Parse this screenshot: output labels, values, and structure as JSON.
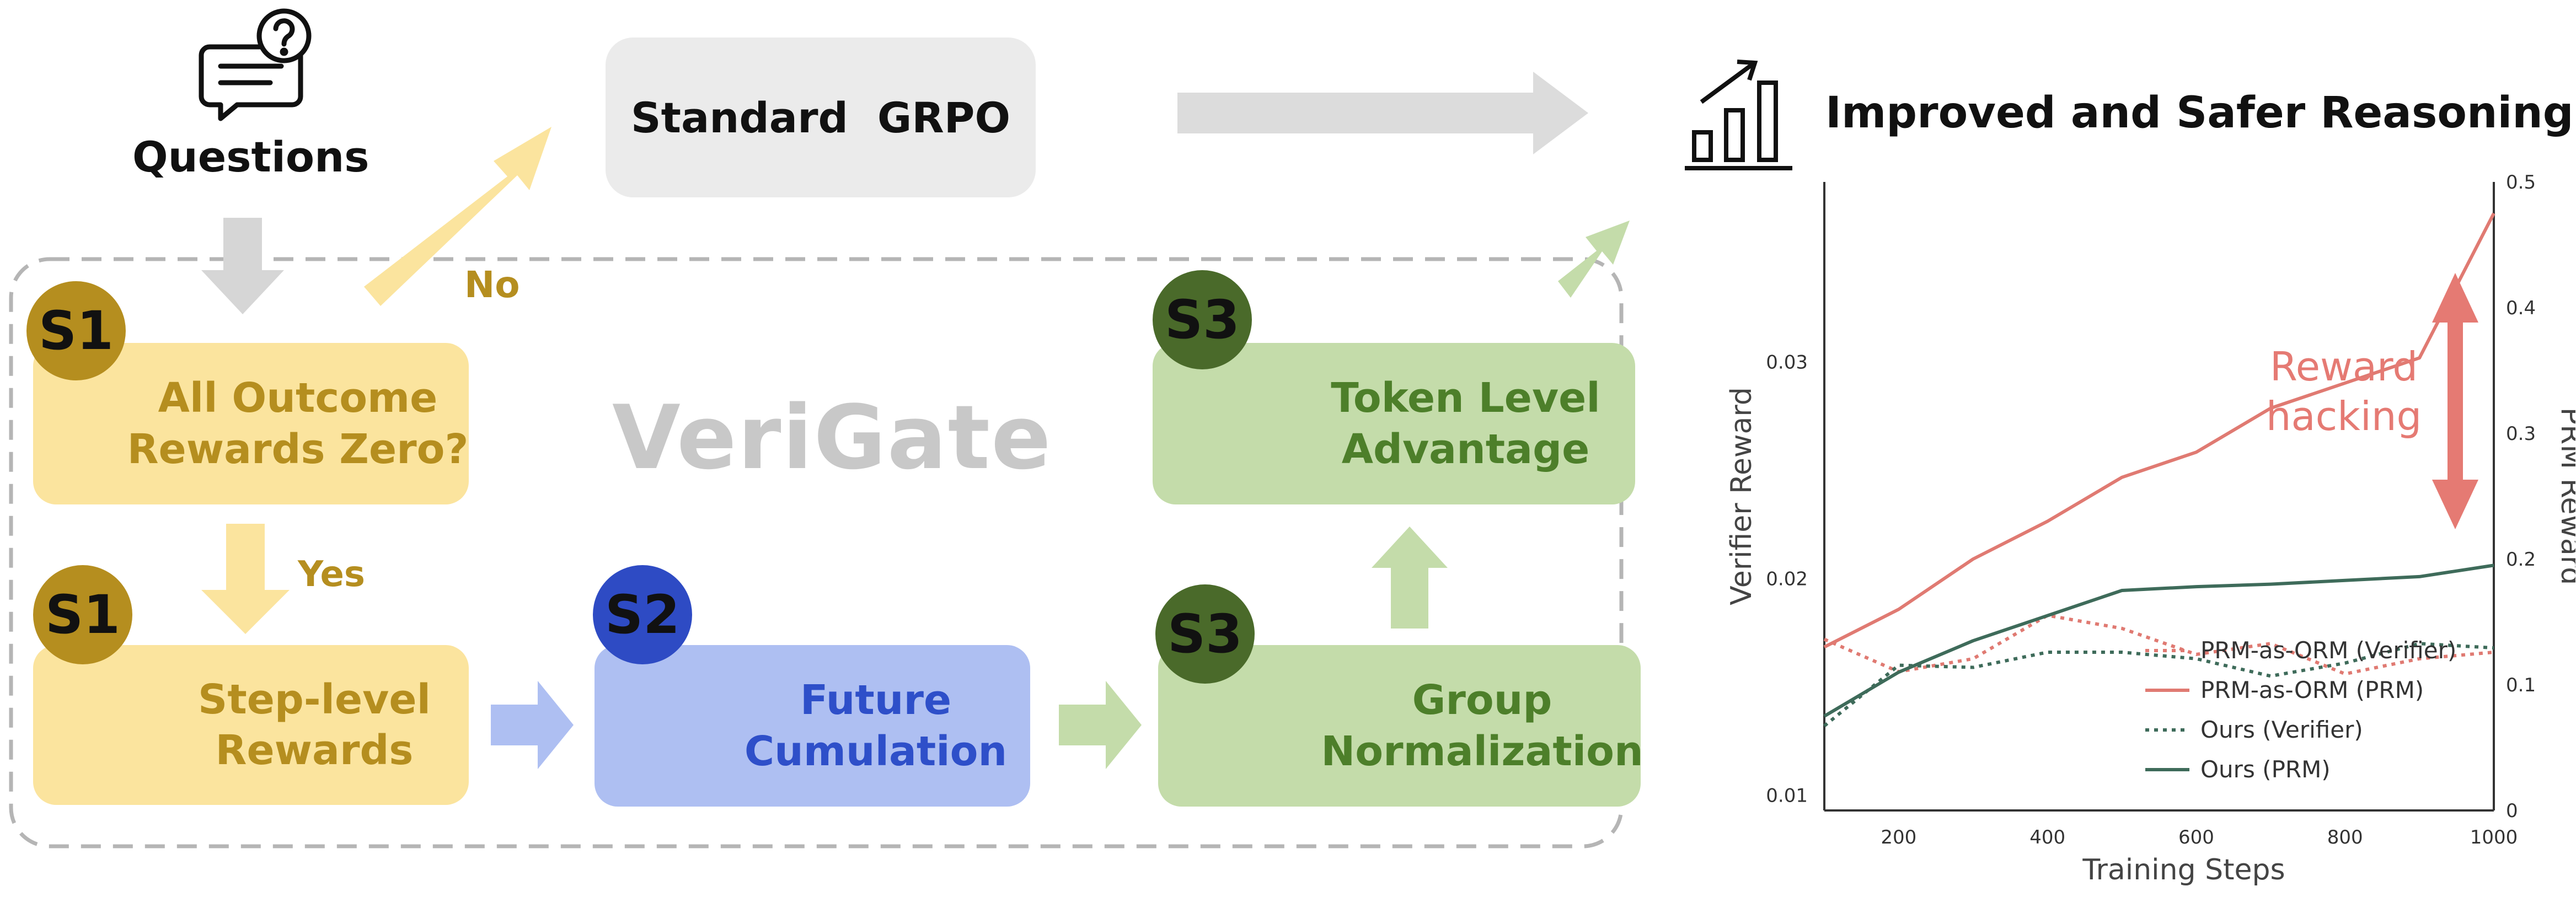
{
  "questions_label": "Questions",
  "standard_grpo": "Standard  GRPO",
  "no_label": "No",
  "yes_label": "Yes",
  "verigate": "VeriGate",
  "badges": {
    "s1a": "S1",
    "s1b": "S1",
    "s2": "S2",
    "s3a": "S3",
    "s3b": "S3"
  },
  "box_outcome": {
    "line1": "All Outcome",
    "line2": "Rewards Zero?"
  },
  "box_step": {
    "line1": "Step-level",
    "line2": "Rewards"
  },
  "box_future": {
    "line1": "Future",
    "line2": "Cumulation"
  },
  "box_group": {
    "line1": "Group",
    "line2": "Normalization"
  },
  "box_token": {
    "line1": "Token Level",
    "line2": "Advantage"
  },
  "result_title": "Improved and Safer Reasoning",
  "colors": {
    "yellow": "#fbe49e",
    "yellow_text": "#b58e1f",
    "blue": "#aebff2",
    "blue_text": "#2e4fc9",
    "green": "#c4dcaa",
    "green_text": "#4d7f2a",
    "grey": "#ebebeb"
  },
  "icons": [
    "chat-question-icon",
    "fork-arrows-icon",
    "award-badge-icon",
    "clock-cycle-icon",
    "people-group-icon",
    "hand-select-icon",
    "growth-chart-icon"
  ],
  "chart_data": {
    "type": "line",
    "xlabel": "Training Steps",
    "ylabel": "Verifier Reward",
    "y2label": "PRM Reward",
    "xlim": [
      100,
      1000
    ],
    "ylim": [
      0.0093,
      0.0383
    ],
    "y2lim": [
      0,
      0.5
    ],
    "xticks": [
      200,
      400,
      600,
      800,
      1000
    ],
    "yticks": [
      0.01,
      0.02,
      0.03
    ],
    "y2ticks": [
      0,
      0.1,
      0.2,
      0.3,
      0.4,
      0.5
    ],
    "x": [
      100,
      200,
      300,
      400,
      500,
      600,
      700,
      800,
      900,
      1000
    ],
    "series": [
      {
        "name": "PRM-as-ORM (Verifier)",
        "axis": "left",
        "style": "dotted",
        "color": "#e07a72",
        "values": [
          0.0172,
          0.0157,
          0.0163,
          0.0183,
          0.0177,
          0.0165,
          0.017,
          0.0156,
          0.0163,
          0.0166
        ]
      },
      {
        "name": "PRM-as-ORM (PRM)",
        "axis": "right",
        "style": "solid",
        "color": "#e07a72",
        "values": [
          0.13,
          0.16,
          0.2,
          0.23,
          0.265,
          0.285,
          0.32,
          0.34,
          0.36,
          0.475
        ]
      },
      {
        "name": "Ours (Verifier)",
        "axis": "left",
        "style": "dotted",
        "color": "#3e6b5a",
        "values": [
          0.0132,
          0.016,
          0.0159,
          0.0166,
          0.0166,
          0.0163,
          0.0155,
          0.0161,
          0.017,
          0.0168
        ]
      },
      {
        "name": "Ours (PRM)",
        "axis": "right",
        "style": "solid",
        "color": "#3e6b5a",
        "values": [
          0.075,
          0.11,
          0.135,
          0.155,
          0.175,
          0.178,
          0.18,
          0.183,
          0.186,
          0.195
        ]
      }
    ],
    "annotation": {
      "line1": "Reward",
      "line2": "hacking"
    }
  }
}
